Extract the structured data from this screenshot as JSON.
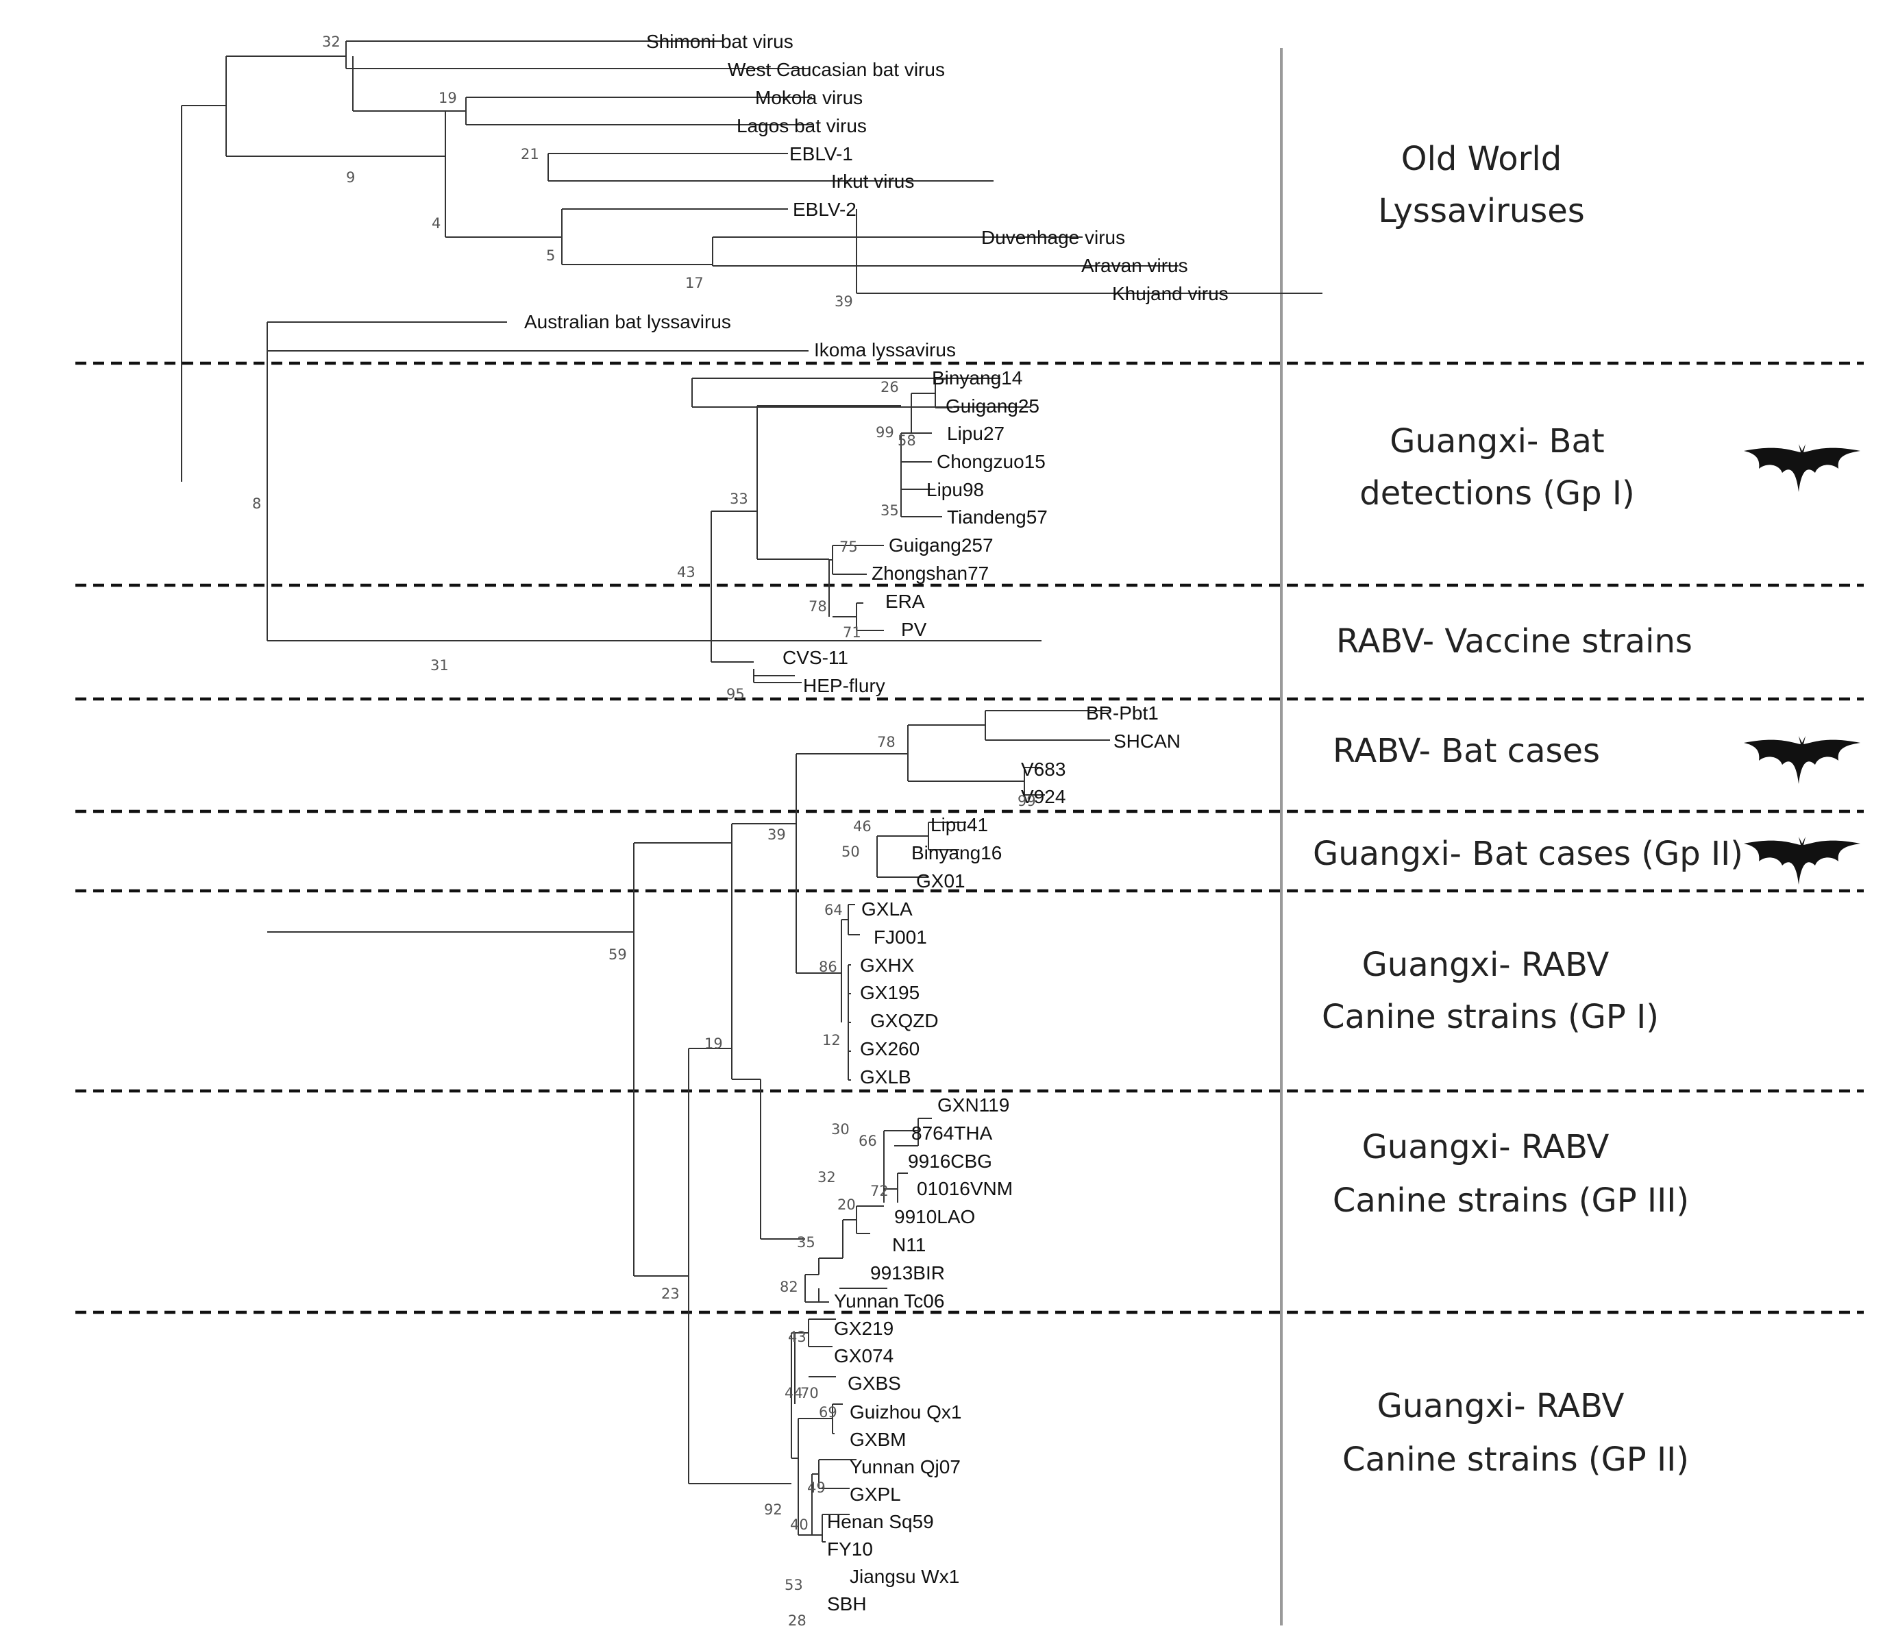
{
  "tree": {
    "leaves": [
      {
        "id": "l0",
        "name": "Shimoni bat virus"
      },
      {
        "id": "l1",
        "name": "West Caucasian bat virus"
      },
      {
        "id": "l2",
        "name": "Mokola virus"
      },
      {
        "id": "l3",
        "name": "Lagos bat virus"
      },
      {
        "id": "l4",
        "name": "EBLV-1"
      },
      {
        "id": "l5",
        "name": "Irkut virus"
      },
      {
        "id": "l6",
        "name": "EBLV-2"
      },
      {
        "id": "l7",
        "name": "Duvenhage virus"
      },
      {
        "id": "l8",
        "name": "Aravan virus"
      },
      {
        "id": "l9",
        "name": "Khujand virus"
      },
      {
        "id": "l10",
        "name": "Australian bat lyssavirus"
      },
      {
        "id": "l11",
        "name": "Ikoma lyssavirus"
      },
      {
        "id": "l12",
        "name": "Binyang14"
      },
      {
        "id": "l13",
        "name": "Guigang25"
      },
      {
        "id": "l14",
        "name": "Lipu27"
      },
      {
        "id": "l15",
        "name": "Chongzuo15"
      },
      {
        "id": "l16",
        "name": "Lipu98"
      },
      {
        "id": "l17",
        "name": "Tiandeng57"
      },
      {
        "id": "l18",
        "name": "Guigang257"
      },
      {
        "id": "l19",
        "name": "Zhongshan77"
      },
      {
        "id": "l20",
        "name": "ERA"
      },
      {
        "id": "l21",
        "name": "PV"
      },
      {
        "id": "l22",
        "name": "CVS-11"
      },
      {
        "id": "l23",
        "name": "HEP-flury"
      },
      {
        "id": "l24",
        "name": "BR-Pbt1"
      },
      {
        "id": "l25",
        "name": "SHCAN"
      },
      {
        "id": "l26",
        "name": "V683"
      },
      {
        "id": "l27",
        "name": "V924"
      },
      {
        "id": "l28",
        "name": "Lipu41"
      },
      {
        "id": "l29",
        "name": "Binyang16"
      },
      {
        "id": "l30",
        "name": "GX01"
      },
      {
        "id": "l31",
        "name": "GXLA"
      },
      {
        "id": "l32",
        "name": "FJ001"
      },
      {
        "id": "l33",
        "name": "GXHX"
      },
      {
        "id": "l34",
        "name": "GX195"
      },
      {
        "id": "l35",
        "name": "GXQZD"
      },
      {
        "id": "l36",
        "name": "GX260"
      },
      {
        "id": "l37",
        "name": "GXLB"
      },
      {
        "id": "l38",
        "name": "GXN119"
      },
      {
        "id": "l39",
        "name": "8764THA"
      },
      {
        "id": "l40",
        "name": "9916CBG"
      },
      {
        "id": "l41",
        "name": "01016VNM"
      },
      {
        "id": "l42",
        "name": "9910LAO"
      },
      {
        "id": "l43",
        "name": "N11"
      },
      {
        "id": "l44",
        "name": "9913BIR"
      },
      {
        "id": "l45",
        "name": "Yunnan Tc06"
      },
      {
        "id": "l46",
        "name": "GX219"
      },
      {
        "id": "l47",
        "name": "GX074"
      },
      {
        "id": "l48",
        "name": "GXBS"
      },
      {
        "id": "l49",
        "name": "Guizhou Qx1"
      },
      {
        "id": "l50",
        "name": "GXBM"
      },
      {
        "id": "l51",
        "name": "Yunnan Qj07"
      },
      {
        "id": "l52",
        "name": "GXPL"
      },
      {
        "id": "l53",
        "name": "Henan Sq59"
      },
      {
        "id": "l54",
        "name": "FY10"
      },
      {
        "id": "l55",
        "name": "Jiangsu Wx1"
      },
      {
        "id": "l56",
        "name": "SBH"
      }
    ],
    "support_values": [
      "32",
      "19",
      "21",
      "9",
      "4",
      "5",
      "17",
      "39",
      "8",
      "31",
      "26",
      "99",
      "58",
      "35",
      "33",
      "75",
      "78",
      "71",
      "95",
      "43",
      "78",
      "99",
      "46",
      "50",
      "39",
      "64",
      "86",
      "12",
      "59",
      "19",
      "30",
      "66",
      "72",
      "32",
      "20",
      "35",
      "82",
      "23",
      "43",
      "44",
      "70",
      "69",
      "49",
      "92",
      "40",
      "53",
      "28"
    ],
    "groups": [
      {
        "id": "g0",
        "lines": [
          "Old World",
          "Lyssaviruses"
        ],
        "bat_icon": false
      },
      {
        "id": "g1",
        "lines": [
          "Guangxi- Bat",
          "detections (Gp I)"
        ],
        "bat_icon": true
      },
      {
        "id": "g2",
        "lines": [
          "RABV- Vaccine strains"
        ],
        "bat_icon": false
      },
      {
        "id": "g3",
        "lines": [
          "RABV- Bat cases"
        ],
        "bat_icon": true
      },
      {
        "id": "g4",
        "lines": [
          "Guangxi- Bat cases (Gp II)"
        ],
        "bat_icon": true
      },
      {
        "id": "g5",
        "lines": [
          "Guangxi- RABV",
          "Canine strains (GP I)"
        ],
        "bat_icon": false
      },
      {
        "id": "g6",
        "lines": [
          "Guangxi- RABV",
          "Canine strains (GP III)"
        ],
        "bat_icon": false
      },
      {
        "id": "g7",
        "lines": [
          "Guangxi- RABV",
          "Canine strains (GP II)"
        ],
        "bat_icon": false
      }
    ],
    "colors": {
      "branch": "#333333",
      "separator": "#111111",
      "divider": "#9a9a9a",
      "bat": "#111111"
    }
  }
}
